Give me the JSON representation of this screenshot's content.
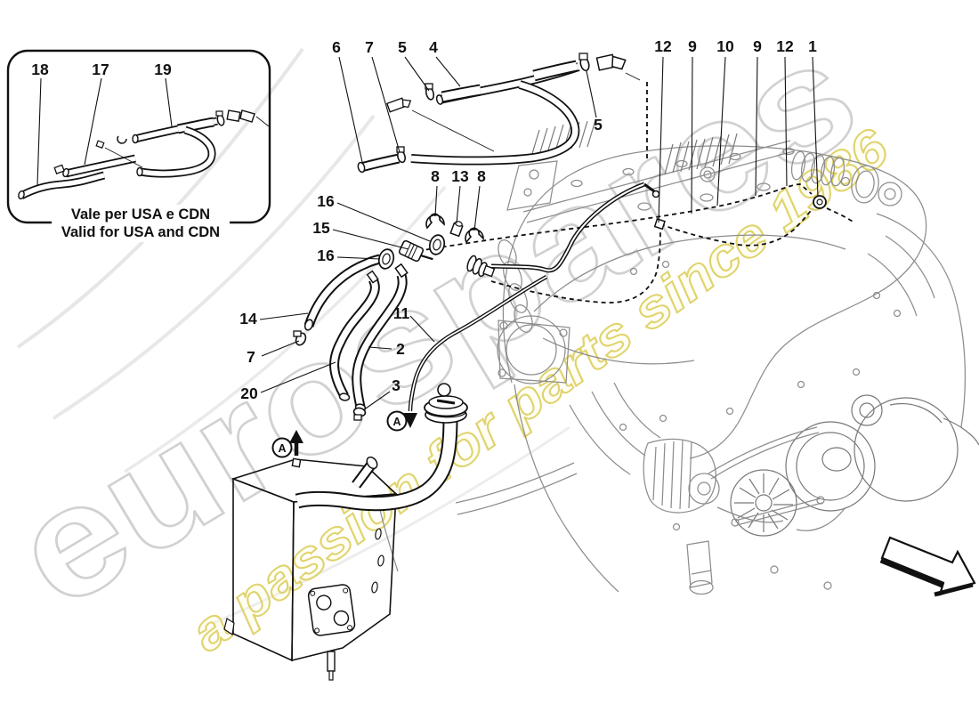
{
  "figure": {
    "inset": {
      "caption_it": "Vale per USA e CDN",
      "caption_en": "Valid for USA and CDN"
    },
    "watermark": {
      "brand": "eurospares",
      "tagline": "a passion for parts since 1986",
      "brand_color": "#c9c9c9",
      "tagline_color": "#ddcf5e"
    },
    "marker": {
      "label": "A"
    },
    "callouts": [
      {
        "label": "18"
      },
      {
        "label": "17"
      },
      {
        "label": "19"
      },
      {
        "label": "6"
      },
      {
        "label": "7"
      },
      {
        "label": "5"
      },
      {
        "label": "4"
      },
      {
        "label": "5"
      },
      {
        "label": "12"
      },
      {
        "label": "9"
      },
      {
        "label": "10"
      },
      {
        "label": "9"
      },
      {
        "label": "12"
      },
      {
        "label": "1"
      },
      {
        "label": "8"
      },
      {
        "label": "13"
      },
      {
        "label": "8"
      },
      {
        "label": "16"
      },
      {
        "label": "15"
      },
      {
        "label": "16"
      },
      {
        "label": "14"
      },
      {
        "label": "7"
      },
      {
        "label": "2"
      },
      {
        "label": "20"
      },
      {
        "label": "11"
      },
      {
        "label": "3"
      }
    ]
  }
}
